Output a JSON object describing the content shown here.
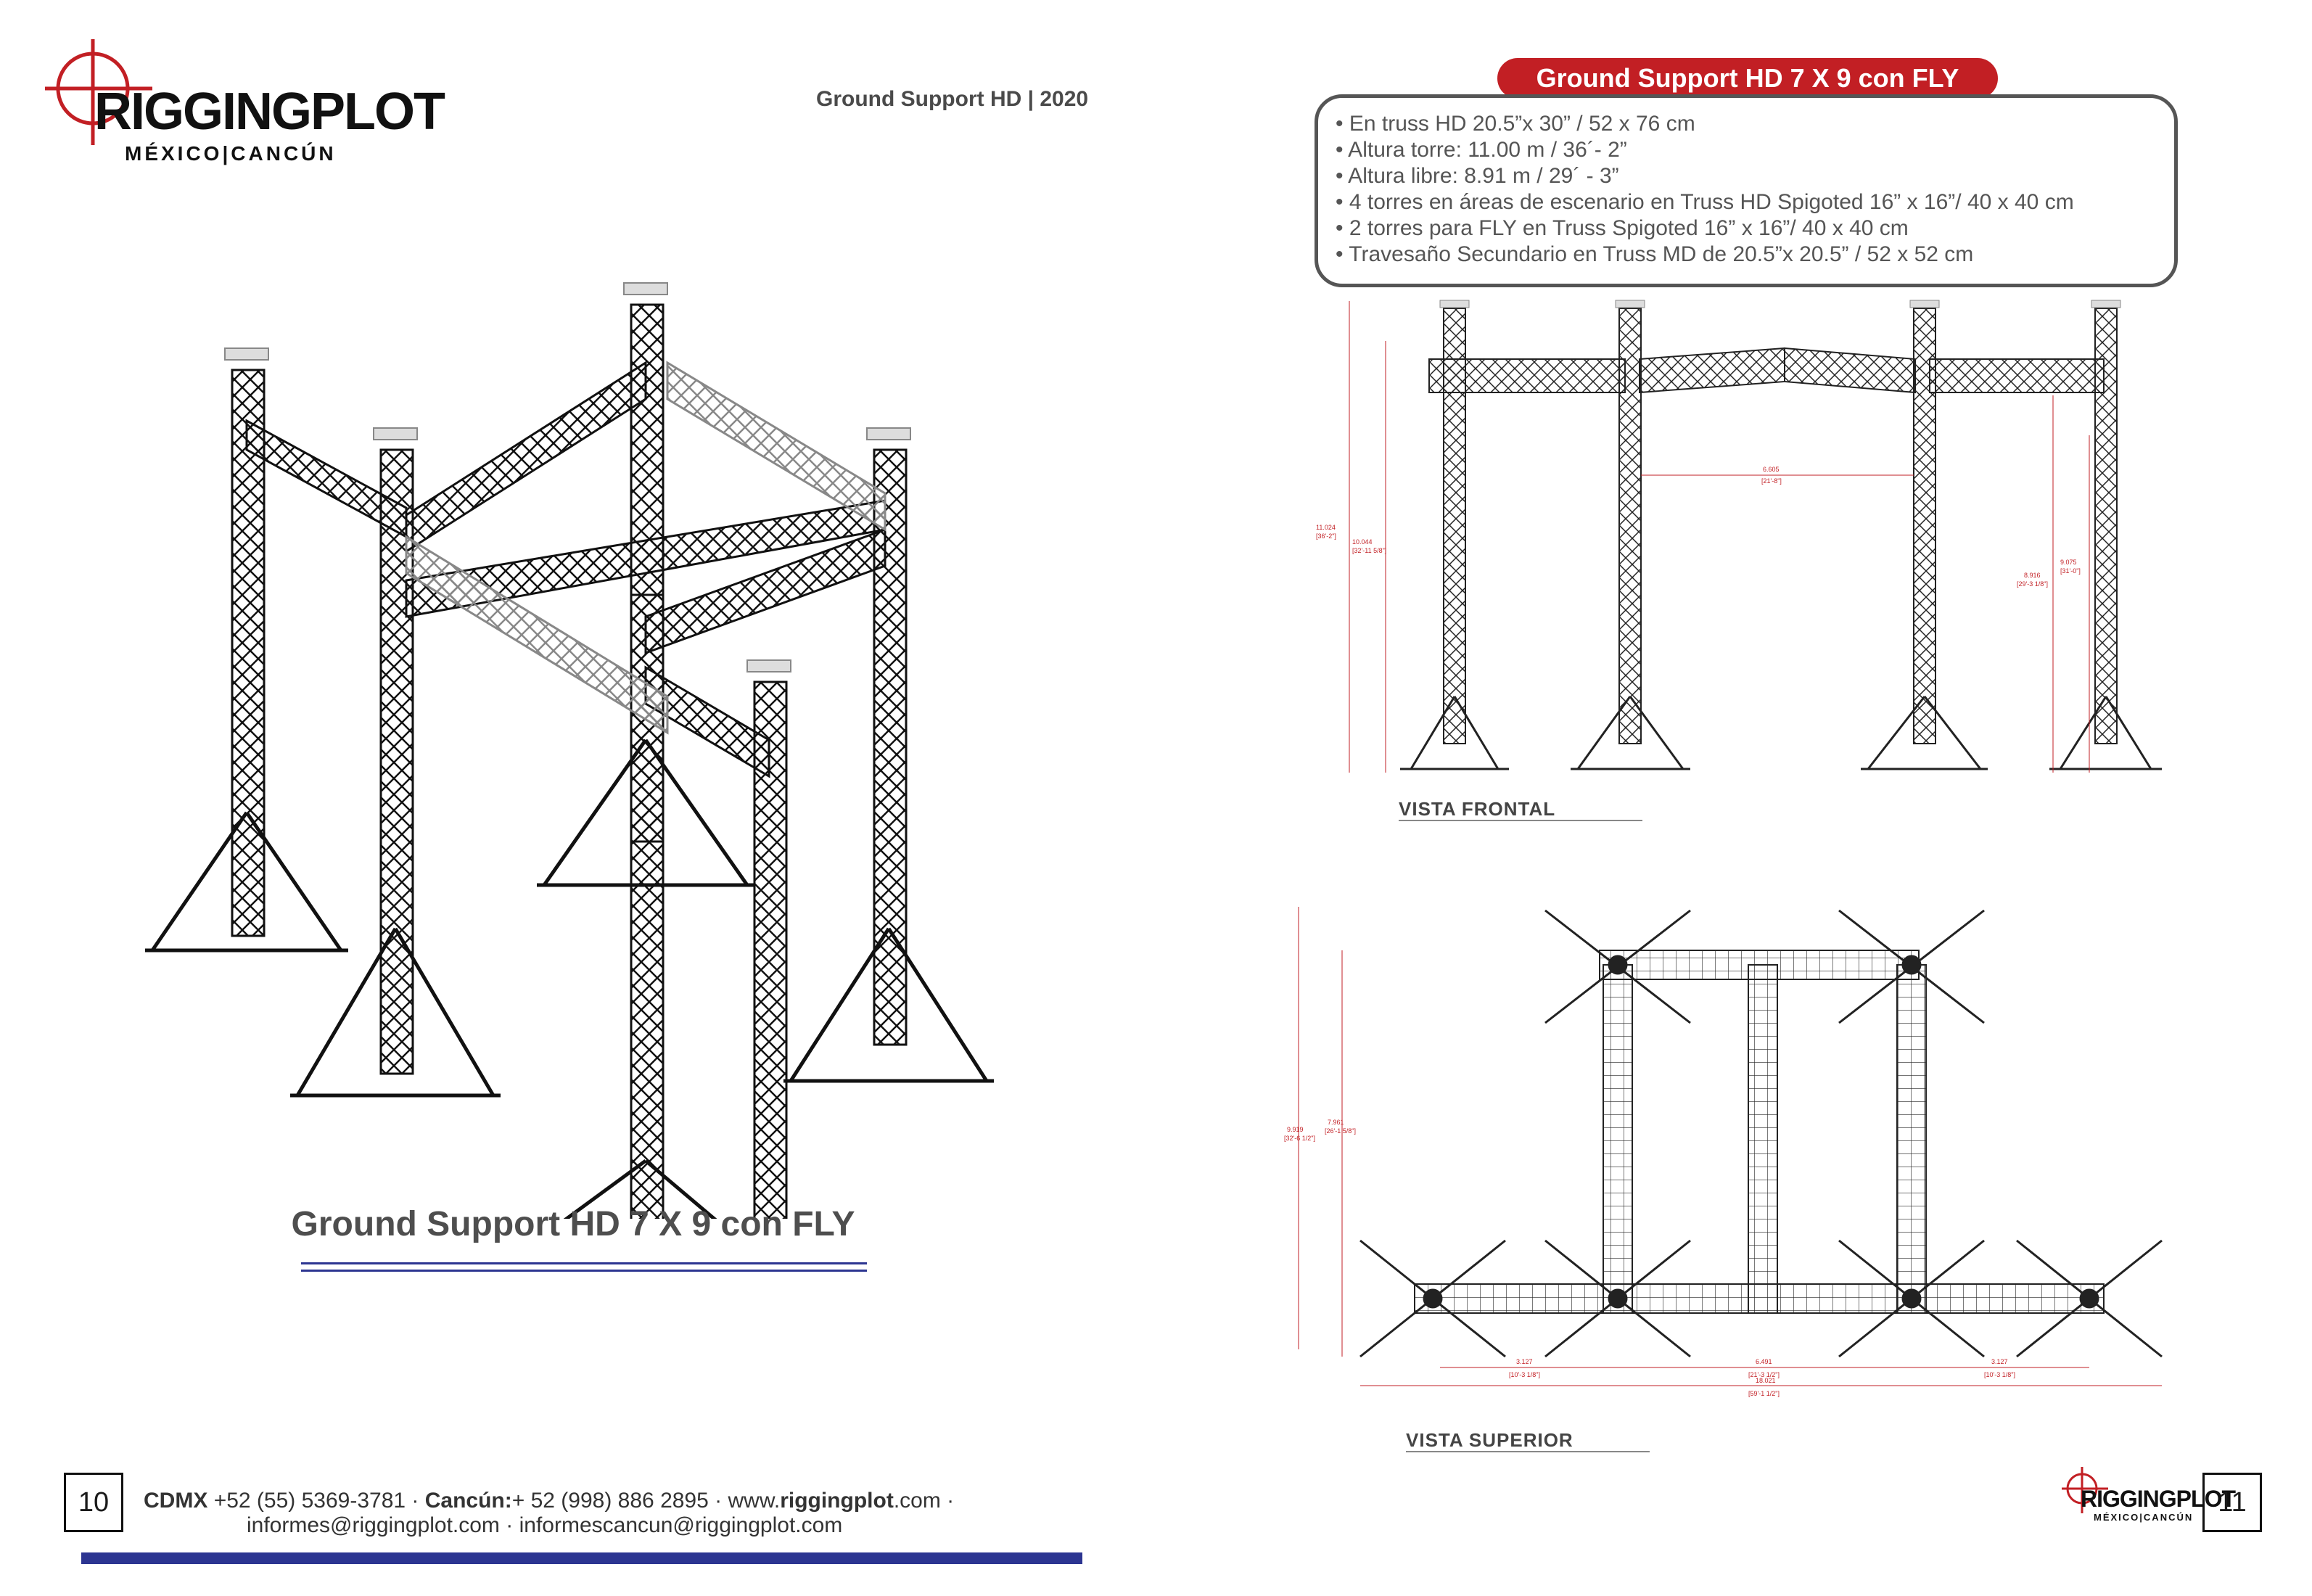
{
  "left_page": {
    "logo": {
      "brand": "RIGGINGPLOT",
      "location": "MÉXICO|CANCÚN"
    },
    "header": "Ground Support HD | 2020",
    "main_title": "Ground Support HD 7 X 9 con FLY",
    "page_number": "10",
    "footer": {
      "cdmx_label": "CDMX",
      "cdmx_phone": "+52 (55) 5369-3781",
      "sep1": "·",
      "cancun_label": "Cancún:",
      "cancun_phone": "+ 52 (998) 886 2895",
      "sep2": "·",
      "web_prefix": "www.",
      "web_bold": "riggingplot",
      "web_suffix": ".com",
      "sep3": "·",
      "email1": "informes@riggingplot.com",
      "sep4": "·",
      "email2": "informescancun@riggingplot.com"
    },
    "colors": {
      "accent_blue": "#2c3591",
      "brand_red": "#c21f24"
    }
  },
  "right_page": {
    "title": "Ground Support HD 7 X 9 con FLY",
    "specs": [
      "• En truss  HD  20.5”x 30” / 52 x 76 cm",
      "• Altura torre: 11.00 m / 36´- 2”",
      "• Altura libre: 8.91 m / 29´ - 3”",
      "• 4 torres en áreas de escenario en Truss HD Spigoted 16” x 16”/ 40 x 40 cm",
      "• 2 torres para FLY en Truss Spigoted 16” x 16”/ 40 x 40 cm",
      "• Travesaño Secundario en Truss MD de 20.5”x 20.5” / 52 x 52 cm"
    ],
    "front_view_label": "VISTA FRONTAL",
    "top_view_label": "VISTA SUPERIOR",
    "front_dims": {
      "overall_height": "11.024",
      "overall_height_imp": "[36'-2\"]",
      "inner_height": "10.044",
      "inner_height_imp": "[32'-11 5/8\"]",
      "span": "6.605",
      "span_imp": "[21'-8\"]",
      "clear_height": "8.916",
      "clear_height_imp": "[29'-3 1/8\"]",
      "side_height": "9.075",
      "side_height_imp": "[31'-0\"]"
    },
    "top_dims": {
      "depth_outer": "9.919",
      "depth_outer_imp": "[32'-6 1/2\"]",
      "depth_inner": "7.961",
      "depth_inner_imp": "[26'-1 5/8\"]",
      "left_span": "3.127",
      "left_span_imp": "[10'-3 1/8\"]",
      "center_span": "6.491",
      "center_span_imp": "[21'-3 1/2\"]",
      "right_span": "3.127",
      "right_span_imp": "[10'-3 1/8\"]",
      "total_span": "18.021",
      "total_span_imp": "[59'-1 1/2\"]"
    },
    "logo": {
      "brand": "RIGGINGPLOT",
      "location": "MÉXICO|CANCÚN"
    },
    "page_number": "11"
  }
}
